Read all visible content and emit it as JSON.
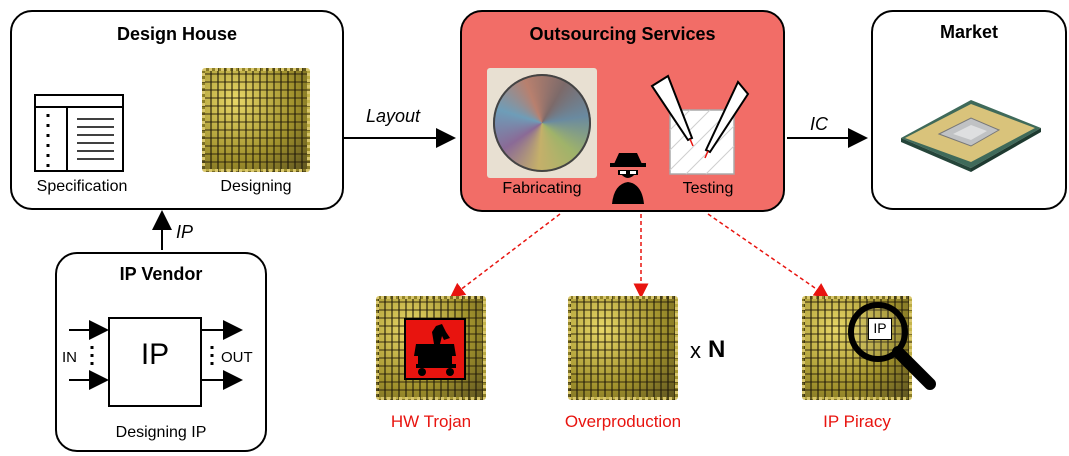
{
  "design_house": {
    "title": "Design House",
    "specification": "Specification",
    "designing": "Designing"
  },
  "ip_vendor": {
    "title": "IP Vendor",
    "ip_block": "IP",
    "in": "IN",
    "out": "OUT",
    "caption": "Designing IP"
  },
  "outsourcing": {
    "title": "Outsourcing Services",
    "fabricating": "Fabricating",
    "testing": "Testing"
  },
  "market": {
    "title": "Market"
  },
  "arrows": {
    "ip": "IP",
    "layout": "Layout",
    "ic": "IC"
  },
  "threats": {
    "hw_trojan": "HW Trojan",
    "overproduction": "Overproduction",
    "multiplier_x": "x",
    "multiplier_n": "N",
    "ip_piracy": "IP Piracy",
    "ip_label": "IP"
  },
  "colors": {
    "outsourcing_fill": "#f26d67",
    "threat_red": "#e8140f"
  }
}
